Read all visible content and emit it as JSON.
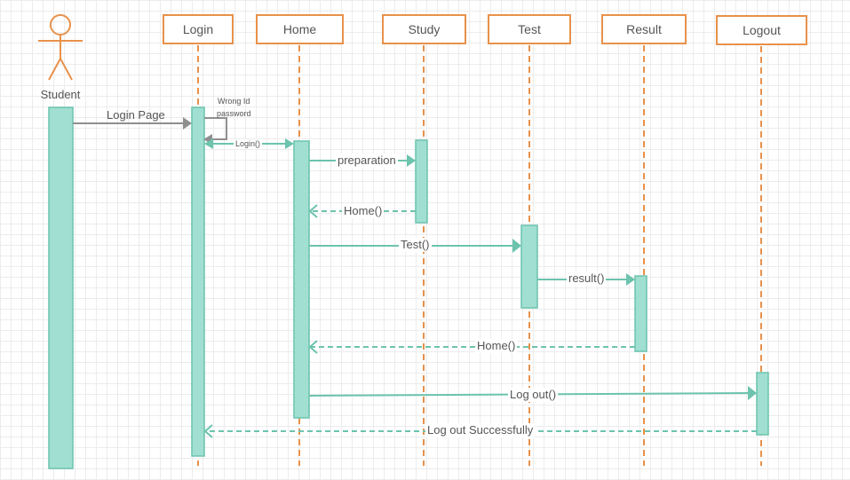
{
  "actor": {
    "label": "Student"
  },
  "lifelines": [
    {
      "id": "login",
      "label": "Login"
    },
    {
      "id": "home",
      "label": "Home"
    },
    {
      "id": "study",
      "label": "Study"
    },
    {
      "id": "test",
      "label": "Test"
    },
    {
      "id": "result",
      "label": "Result"
    },
    {
      "id": "logout",
      "label": "Logout"
    }
  ],
  "messages": [
    {
      "id": "login-page",
      "label": "Login Page",
      "type": "sync"
    },
    {
      "id": "wrong-id",
      "label_line1": "Wrong Id",
      "label_line2": "password",
      "type": "self"
    },
    {
      "id": "login-call",
      "label": "Login()",
      "type": "sync"
    },
    {
      "id": "preparation",
      "label": "preparation",
      "type": "sync"
    },
    {
      "id": "home-return-study",
      "label": "Home()",
      "type": "return"
    },
    {
      "id": "test-call",
      "label": "Test()",
      "type": "sync"
    },
    {
      "id": "result-call",
      "label": "result()",
      "type": "sync"
    },
    {
      "id": "home-return-result",
      "label": "Home()",
      "type": "return"
    },
    {
      "id": "logout-call",
      "label": "Log out()",
      "type": "sync"
    },
    {
      "id": "logout-success",
      "label": "Log out Successfully",
      "type": "return"
    }
  ],
  "colors": {
    "lifeline_border": "#e8914b",
    "activation_fill": "#a0dfd1",
    "activation_border": "#6cc3ae",
    "message_line": "#6cc3ae",
    "self_message_line": "#8f8f8f",
    "text": "#555555"
  }
}
